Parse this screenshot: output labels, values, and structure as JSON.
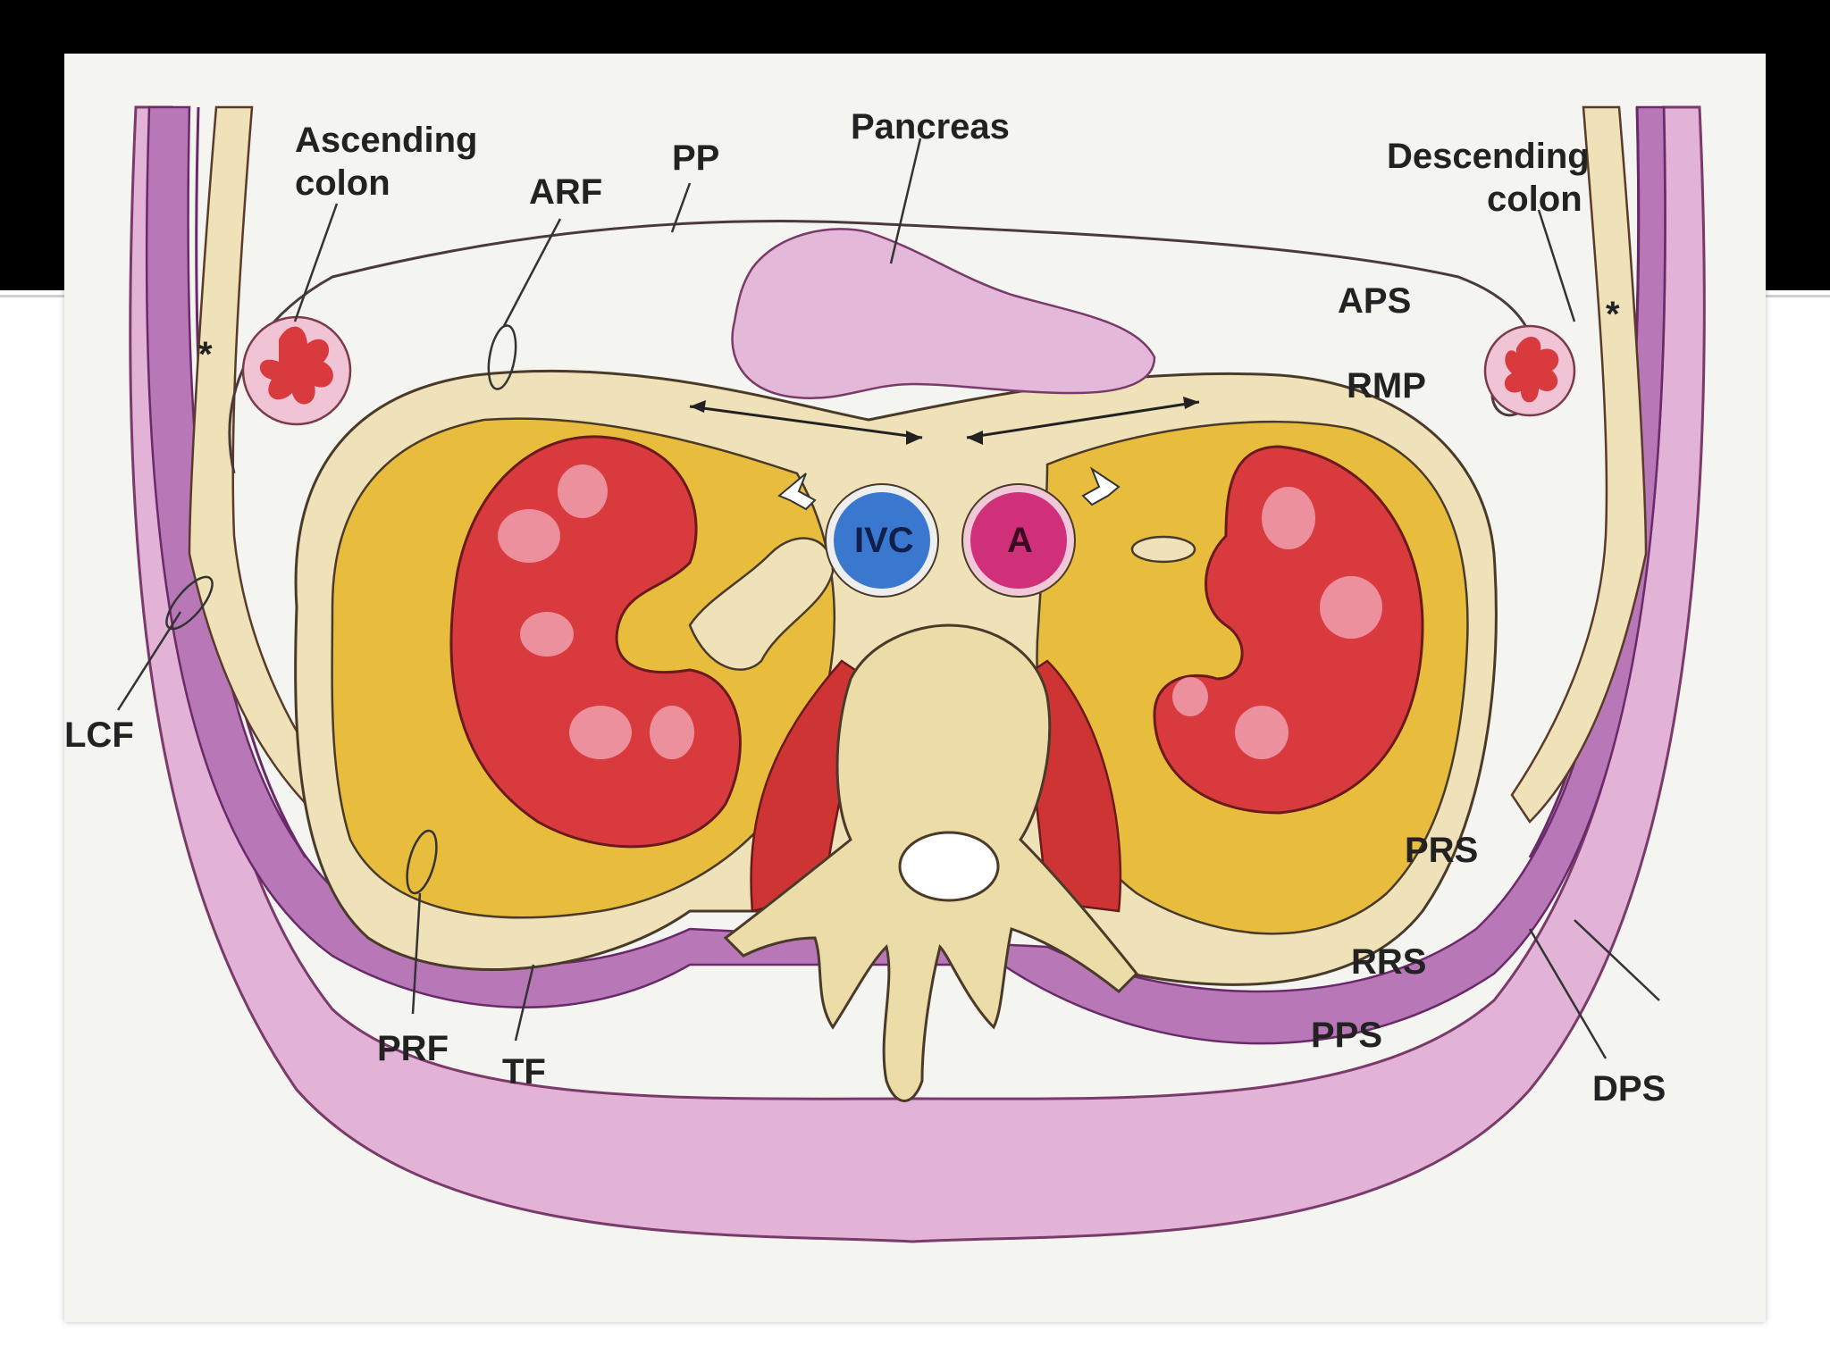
{
  "labels": {
    "ascending_colon": [
      "Ascending",
      "colon"
    ],
    "descending_colon": [
      "Descending",
      "colon"
    ],
    "pancreas": "Pancreas",
    "pp": "PP",
    "arf": "ARF",
    "aps": "APS",
    "rmp": "RMP",
    "ivc": "IVC",
    "aorta": "A",
    "lcf": "LCF",
    "prs": "PRS",
    "rrs": "RRS",
    "pps": "PPS",
    "dps": "DPS",
    "prf": "PRF",
    "tf": "TF",
    "star_left": "*",
    "star_right": "*"
  },
  "colors": {
    "frame": "#000000",
    "background": "#f4f4f0",
    "abdominal_wall": "#e3b2d7",
    "posterior_pararenal": "#b878b8",
    "fascia_fill": "#efe1b8",
    "perirenal_fat": "#e8bc3c",
    "kidney": "#d83a3e",
    "kidney_medulla": "#ee9aa8",
    "ivc": "#3a78d0",
    "aorta": "#d0307a",
    "pancreas": "#e4b8d8",
    "bone": "#ecdca8",
    "muscle": "#cf3434"
  }
}
